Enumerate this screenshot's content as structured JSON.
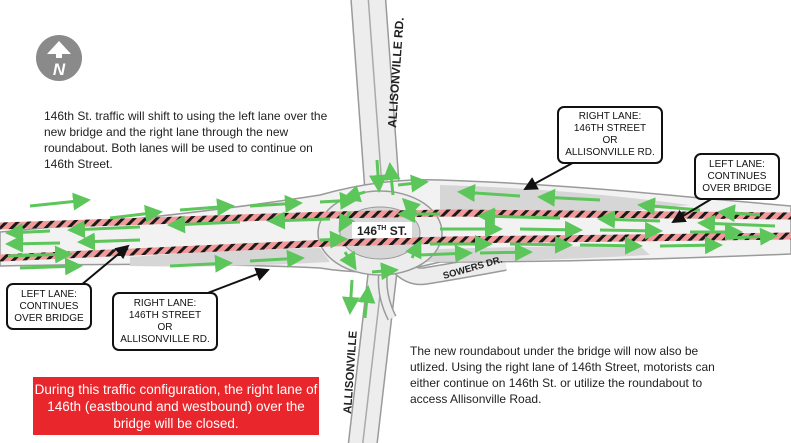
{
  "north_arrow": {
    "icon": "north-arrow-icon",
    "letter": "N"
  },
  "road_labels": {
    "allisonville_north": "ALLISONVILLE RD.",
    "allisonville_south": "ALLISONVILLE",
    "main_street": "146",
    "main_street_sup": "TH",
    "main_street_suffix": " ST.",
    "sowers": "SOWERS DR."
  },
  "notes": {
    "top_left": "146th St. traffic will shift to using the left lane over the new bridge and the right lane through the new roundabout. Both lanes will be used to continue on 146th Street.",
    "bottom_right": "The new roundabout under the bridge will now also be utlized. Using the right lane of 146th Street, motorists can either continue on 146th St. or utilize the roundabout to access Allisonville Road."
  },
  "callouts": {
    "right_lane_top": [
      "RIGHT LANE:",
      "146TH STREET",
      "OR",
      "ALLISONVILLE RD."
    ],
    "left_lane_right": [
      "LEFT LANE:",
      "CONTINUES",
      "OVER BRIDGE"
    ],
    "left_lane_left": [
      "LEFT LANE:",
      "CONTINUES",
      "OVER BRIDGE"
    ],
    "right_lane_bottom": [
      "RIGHT LANE:",
      "146TH STREET",
      "OR",
      "ALLISONVILLE RD."
    ]
  },
  "alert": "During this traffic configuration, the right lane of 146th (eastbound and westbound) over the bridge will be closed.",
  "colors": {
    "alert_bg": "#e8262b",
    "lane_closed": "#f29a9a",
    "arrow_green": "#5cc65a",
    "pavement": "#d6d6d6",
    "edge": "#9a9a9a"
  }
}
